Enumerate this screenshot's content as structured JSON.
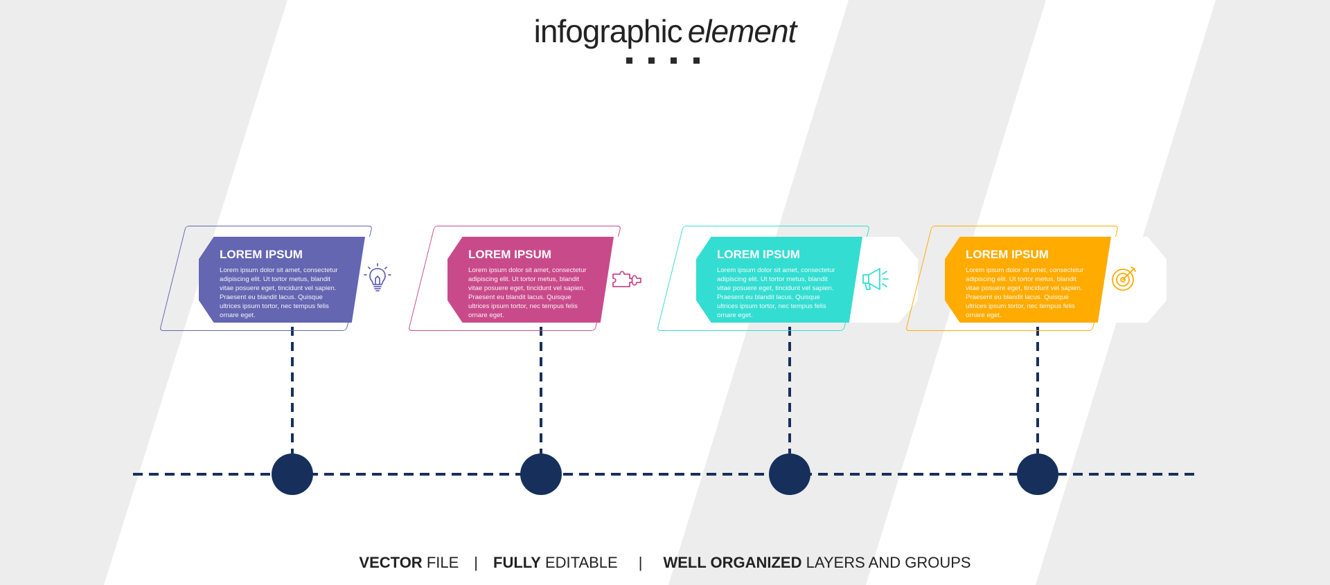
{
  "title": {
    "main": "infographic",
    "accent": "element"
  },
  "colors": {
    "navy": "#16305b",
    "steps": [
      "#6466b2",
      "#c94a8a",
      "#34ddd1",
      "#ffab00"
    ]
  },
  "steps": [
    {
      "heading": "LOREM IPSUM",
      "text": "Lorem ipsum dolor sit amet, consectetur adipiscing elit. Ut tortor metus, blandit vitae posuere eget, tincidunt vel sapien. Praesent eu blandit lacus. Quisque ultrices ipsum tortor, nec tempus felis ornare eget.",
      "icon": "lightbulb-icon"
    },
    {
      "heading": "LOREM IPSUM",
      "text": "Lorem ipsum dolor sit amet, consectetur adipiscing elit. Ut tortor metus, blandit vitae posuere eget, tincidunt vel sapien. Praesent eu blandit lacus. Quisque ultrices ipsum tortor, nec tempus felis ornare eget.",
      "icon": "puzzle-icon"
    },
    {
      "heading": "LOREM IPSUM",
      "text": "Lorem ipsum dolor sit amet, consectetur adipiscing elit. Ut tortor metus, blandit vitae posuere eget, tincidunt vel sapien. Praesent eu blandit lacus. Quisque ultrices ipsum tortor, nec tempus felis ornare eget.",
      "icon": "megaphone-icon"
    },
    {
      "heading": "LOREM IPSUM",
      "text": "Lorem ipsum dolor sit amet, consectetur adipiscing elit. Ut tortor metus, blandit vitae posuere eget, tincidunt vel sapien. Praesent eu blandit lacus. Quisque ultrices ipsum tortor, nec tempus felis ornare eget.",
      "icon": "target-icon"
    }
  ],
  "footer": {
    "p1_bold": "VECTOR",
    "p1": " FILE",
    "p2_bold": "FULLY",
    "p2": " EDITABLE",
    "p3_bold": "WELL ORGANIZED",
    "p3": " LAYERS AND GROUPS",
    "separator": "|"
  }
}
